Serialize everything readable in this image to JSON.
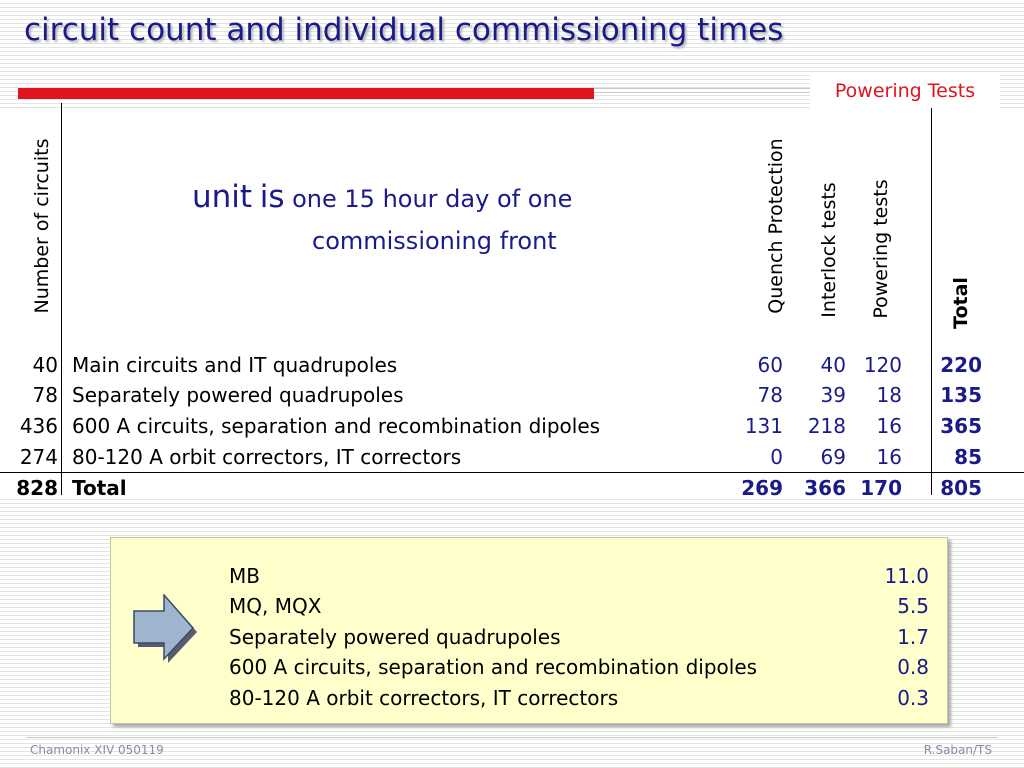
{
  "slide": {
    "title": "circuit count and individual commissioning times",
    "section": "Powering Tests"
  },
  "table": {
    "row_header": "Number of circuits",
    "unit_note": {
      "word": "unit",
      "is": "is",
      "line1": "one 15 hour day of one",
      "line2": "commissioning front"
    },
    "columns": [
      "Quench Protection",
      "Interlock tests",
      "Powering tests",
      "Total"
    ],
    "rows": [
      {
        "count": "40",
        "label": "Main circuits and IT quadrupoles",
        "qp": "60",
        "it": "40",
        "pt": "120",
        "total": "220"
      },
      {
        "count": "78",
        "label": "Separately powered quadrupoles",
        "qp": "78",
        "it": "39",
        "pt": "18",
        "total": "135"
      },
      {
        "count": "436",
        "label": "600 A circuits, separation and recombination dipoles",
        "qp": "131",
        "it": "218",
        "pt": "16",
        "total": "365"
      },
      {
        "count": "274",
        "label": "80-120 A orbit correctors, IT correctors",
        "qp": "0",
        "it": "69",
        "pt": "16",
        "total": "85"
      }
    ],
    "total_row": {
      "count": "828",
      "label": "Total",
      "qp": "269",
      "it": "366",
      "pt": "170",
      "total": "805"
    }
  },
  "summary": {
    "items": [
      {
        "label": "MB",
        "value": "11.0"
      },
      {
        "label": "MQ, MQX",
        "value": "5.5"
      },
      {
        "label": "Separately powered quadrupoles",
        "value": "1.7"
      },
      {
        "label": "600 A circuits, separation and recombination dipoles",
        "value": "0.8"
      },
      {
        "label": "80-120 A orbit correctors, IT correctors",
        "value": "0.3"
      }
    ]
  },
  "footer": {
    "left": "Chamonix XIV 050119",
    "right": "R.Saban/TS"
  },
  "colors": {
    "title": "#1a1a8a",
    "accent_red": "#e0151b",
    "summary_bg": "#ffffcc",
    "value_blue": "#1a1a8a"
  },
  "icons": {
    "arrow": "right-arrow-icon"
  }
}
